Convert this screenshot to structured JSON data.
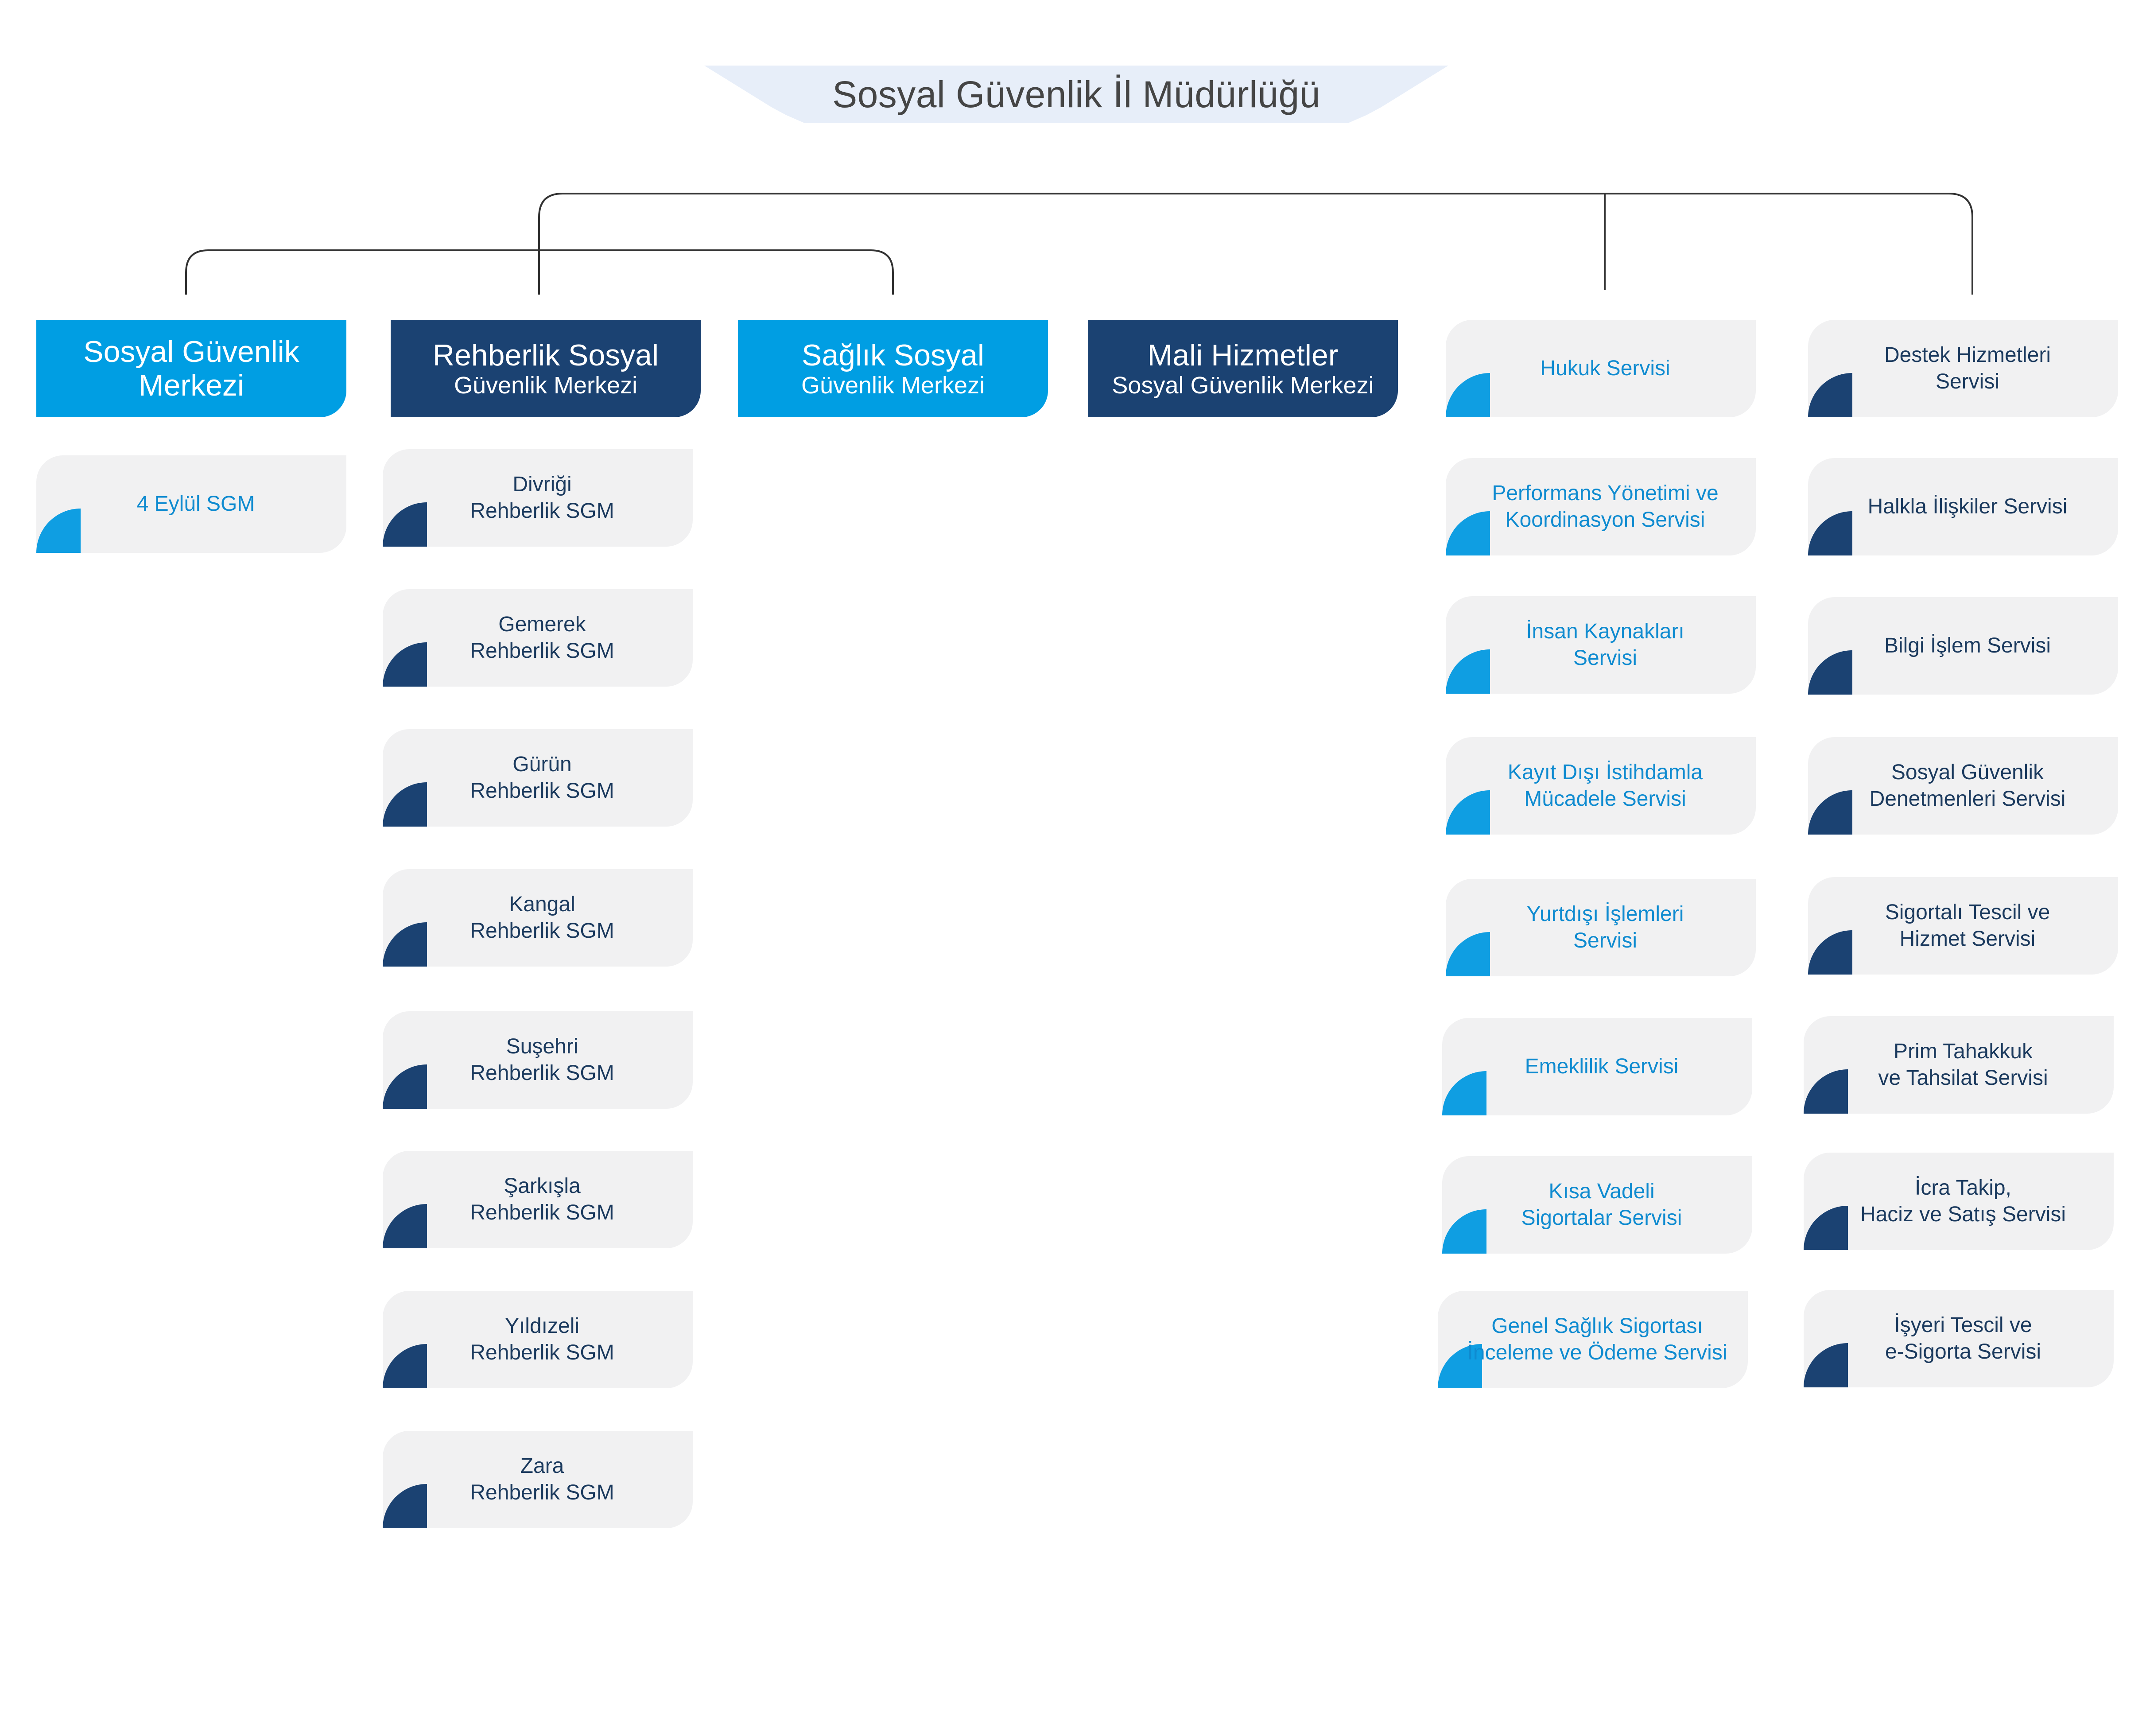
{
  "title": "Sosyal Güvenlik İl Müdürlüğü",
  "colors": {
    "light_blue": "#009ee3",
    "dark_blue": "#1b4272",
    "card_bg": "#f1f1f2",
    "title_bg": "#e7eef9"
  },
  "headers": [
    {
      "line1": "Sosyal Güvenlik",
      "line2": "Merkezi"
    },
    {
      "line1": "Rehberlik Sosyal",
      "line2": "Güvenlik Merkezi"
    },
    {
      "line1": "Sağlık Sosyal",
      "line2": "Güvenlik Merkezi"
    },
    {
      "line1": "Mali Hizmetler",
      "line2": "Sosyal Güvenlik Merkezi"
    }
  ],
  "sgm_units": [
    "4 Eylül SGM"
  ],
  "rehberlik_units": [
    "Divriği\nRehberlik SGM",
    "Gemerek\nRehberlik SGM",
    "Gürün\nRehberlik SGM",
    "Kangal\nRehberlik SGM",
    "Suşehri\nRehberlik SGM",
    "Şarkışla\nRehberlik SGM",
    "Yıldızeli\nRehberlik SGM",
    "Zara\nRehberlik SGM"
  ],
  "services_left": [
    "Hukuk Servisi",
    "Performans Yönetimi ve\nKoordinasyon Servisi",
    "İnsan Kaynakları\nServisi",
    "Kayıt Dışı İstihdamla\nMücadele Servisi",
    "Yurtdışı İşlemleri\nServisi",
    "Emeklilik Servisi",
    "Kısa Vadeli\nSigortalar Servisi",
    "Genel Sağlık Sigortası\nİnceleme ve Ödeme Servisi"
  ],
  "services_right": [
    "Destek Hizmetleri\nServisi",
    "Halkla İlişkiler Servisi",
    "Bilgi İşlem Servisi",
    "Sosyal Güvenlik\nDenetmenleri Servisi",
    "Sigortalı Tescil ve\nHizmet Servisi",
    "Prim Tahakkuk\nve Tahsilat Servisi",
    "İcra Takip,\nHaciz ve Satış Servisi",
    "İşyeri Tescil ve\ne-Sigorta Servisi"
  ]
}
